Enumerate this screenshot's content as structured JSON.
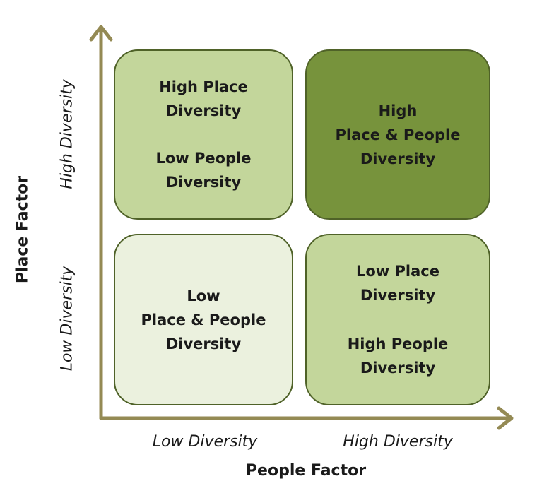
{
  "colors": {
    "axis": "#948a54",
    "box_border": "#4f6228",
    "low_low": "#ebf1de",
    "mixed": "#c3d69b",
    "high_high": "#77933c",
    "text": "#1a1a1a"
  },
  "quadrants": {
    "top_left": {
      "groups": [
        {
          "lines": [
            "High Place",
            "Diversity"
          ]
        },
        {
          "lines": [
            "Low People",
            "Diversity"
          ]
        }
      ]
    },
    "top_right": {
      "groups": [
        {
          "lines": [
            "High",
            "Place & People",
            "Diversity"
          ]
        }
      ]
    },
    "bottom_left": {
      "groups": [
        {
          "lines": [
            "Low",
            "Place & People",
            "Diversity"
          ]
        }
      ]
    },
    "bottom_right": {
      "groups": [
        {
          "lines": [
            "Low Place",
            "Diversity"
          ]
        },
        {
          "lines": [
            "High People",
            "Diversity"
          ]
        }
      ]
    }
  },
  "y_axis": {
    "title": "Place Factor",
    "high_label": "High Diversity",
    "low_label": "Low Diversity"
  },
  "x_axis": {
    "title": "People Factor",
    "low_label": "Low Diversity",
    "high_label": "High Diversity"
  }
}
